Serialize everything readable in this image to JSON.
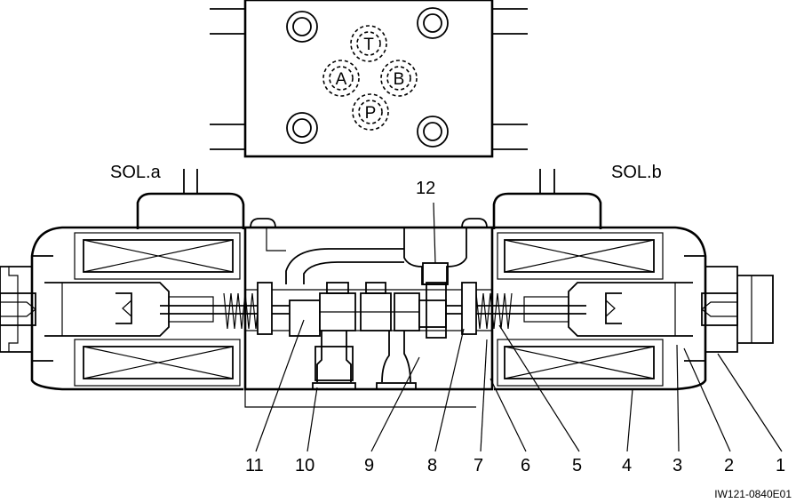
{
  "diagram": {
    "solenoids": {
      "left": "SOL.a",
      "right": "SOL.b"
    },
    "ports": [
      "T",
      "A",
      "B",
      "P"
    ],
    "callouts": [
      "1",
      "2",
      "3",
      "4",
      "5",
      "6",
      "7",
      "8",
      "9",
      "10",
      "11",
      "12"
    ],
    "figure_code": "IW121-0840E01"
  }
}
